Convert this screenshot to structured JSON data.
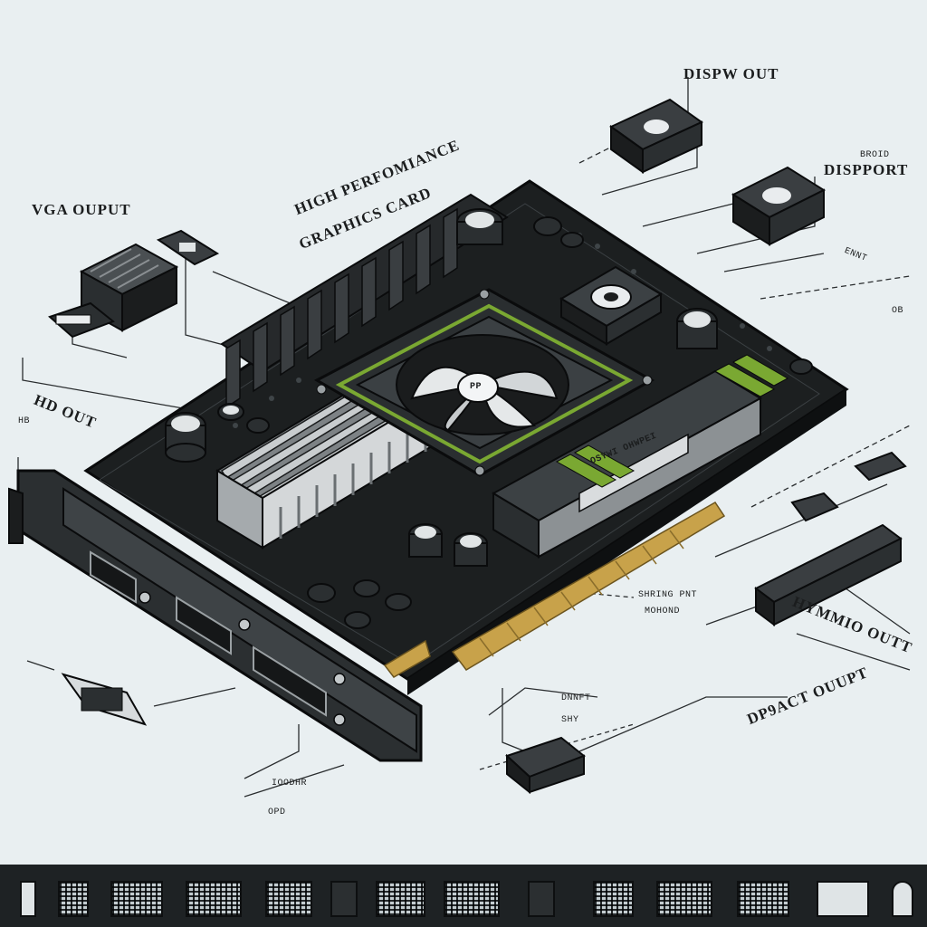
{
  "diagram": {
    "title_line1": "HIGH PERFOMIANCE",
    "title_line2": "GRAPHICS CARD",
    "labels": {
      "vga_output": "VGA OUPUT",
      "hdmi_out": "HD OUT",
      "hdmi_out_sub": "HB",
      "display_out": "DISPW OUT",
      "displayport": "DISPPORT",
      "displayport_sub": "BROID",
      "hymd_out": "HYMMIO OUTT",
      "dpact_output": "DP9ACT OUUPT",
      "small_right_1": "ENNT",
      "small_right_2": "SHRING PNT",
      "small_right_3": "MOHOND",
      "small_bottom_1": "DNNFT",
      "small_bottom_2": "SHY",
      "small_left_bottom_1": "IOODHR",
      "small_left_bottom_2": "OPD",
      "heatsink_badge": "OSYWI OHWPEI",
      "fan_hub": "PP",
      "small_edge": "OB"
    },
    "colors": {
      "pcb": "#1c1f20",
      "accent_green": "#7aa832",
      "gold_contacts": "#c8a24a",
      "background": "#e9eff1",
      "heatsink": "#b8bcbe"
    },
    "icon_strip": [
      "connector-icon",
      "memory-icon",
      "grid-icon",
      "grid-icon",
      "grid-icon",
      "chip-icon",
      "grid-icon",
      "port-icon",
      "grid-icon",
      "grid-icon",
      "grid-icon",
      "display-icon",
      "fan-icon"
    ]
  }
}
